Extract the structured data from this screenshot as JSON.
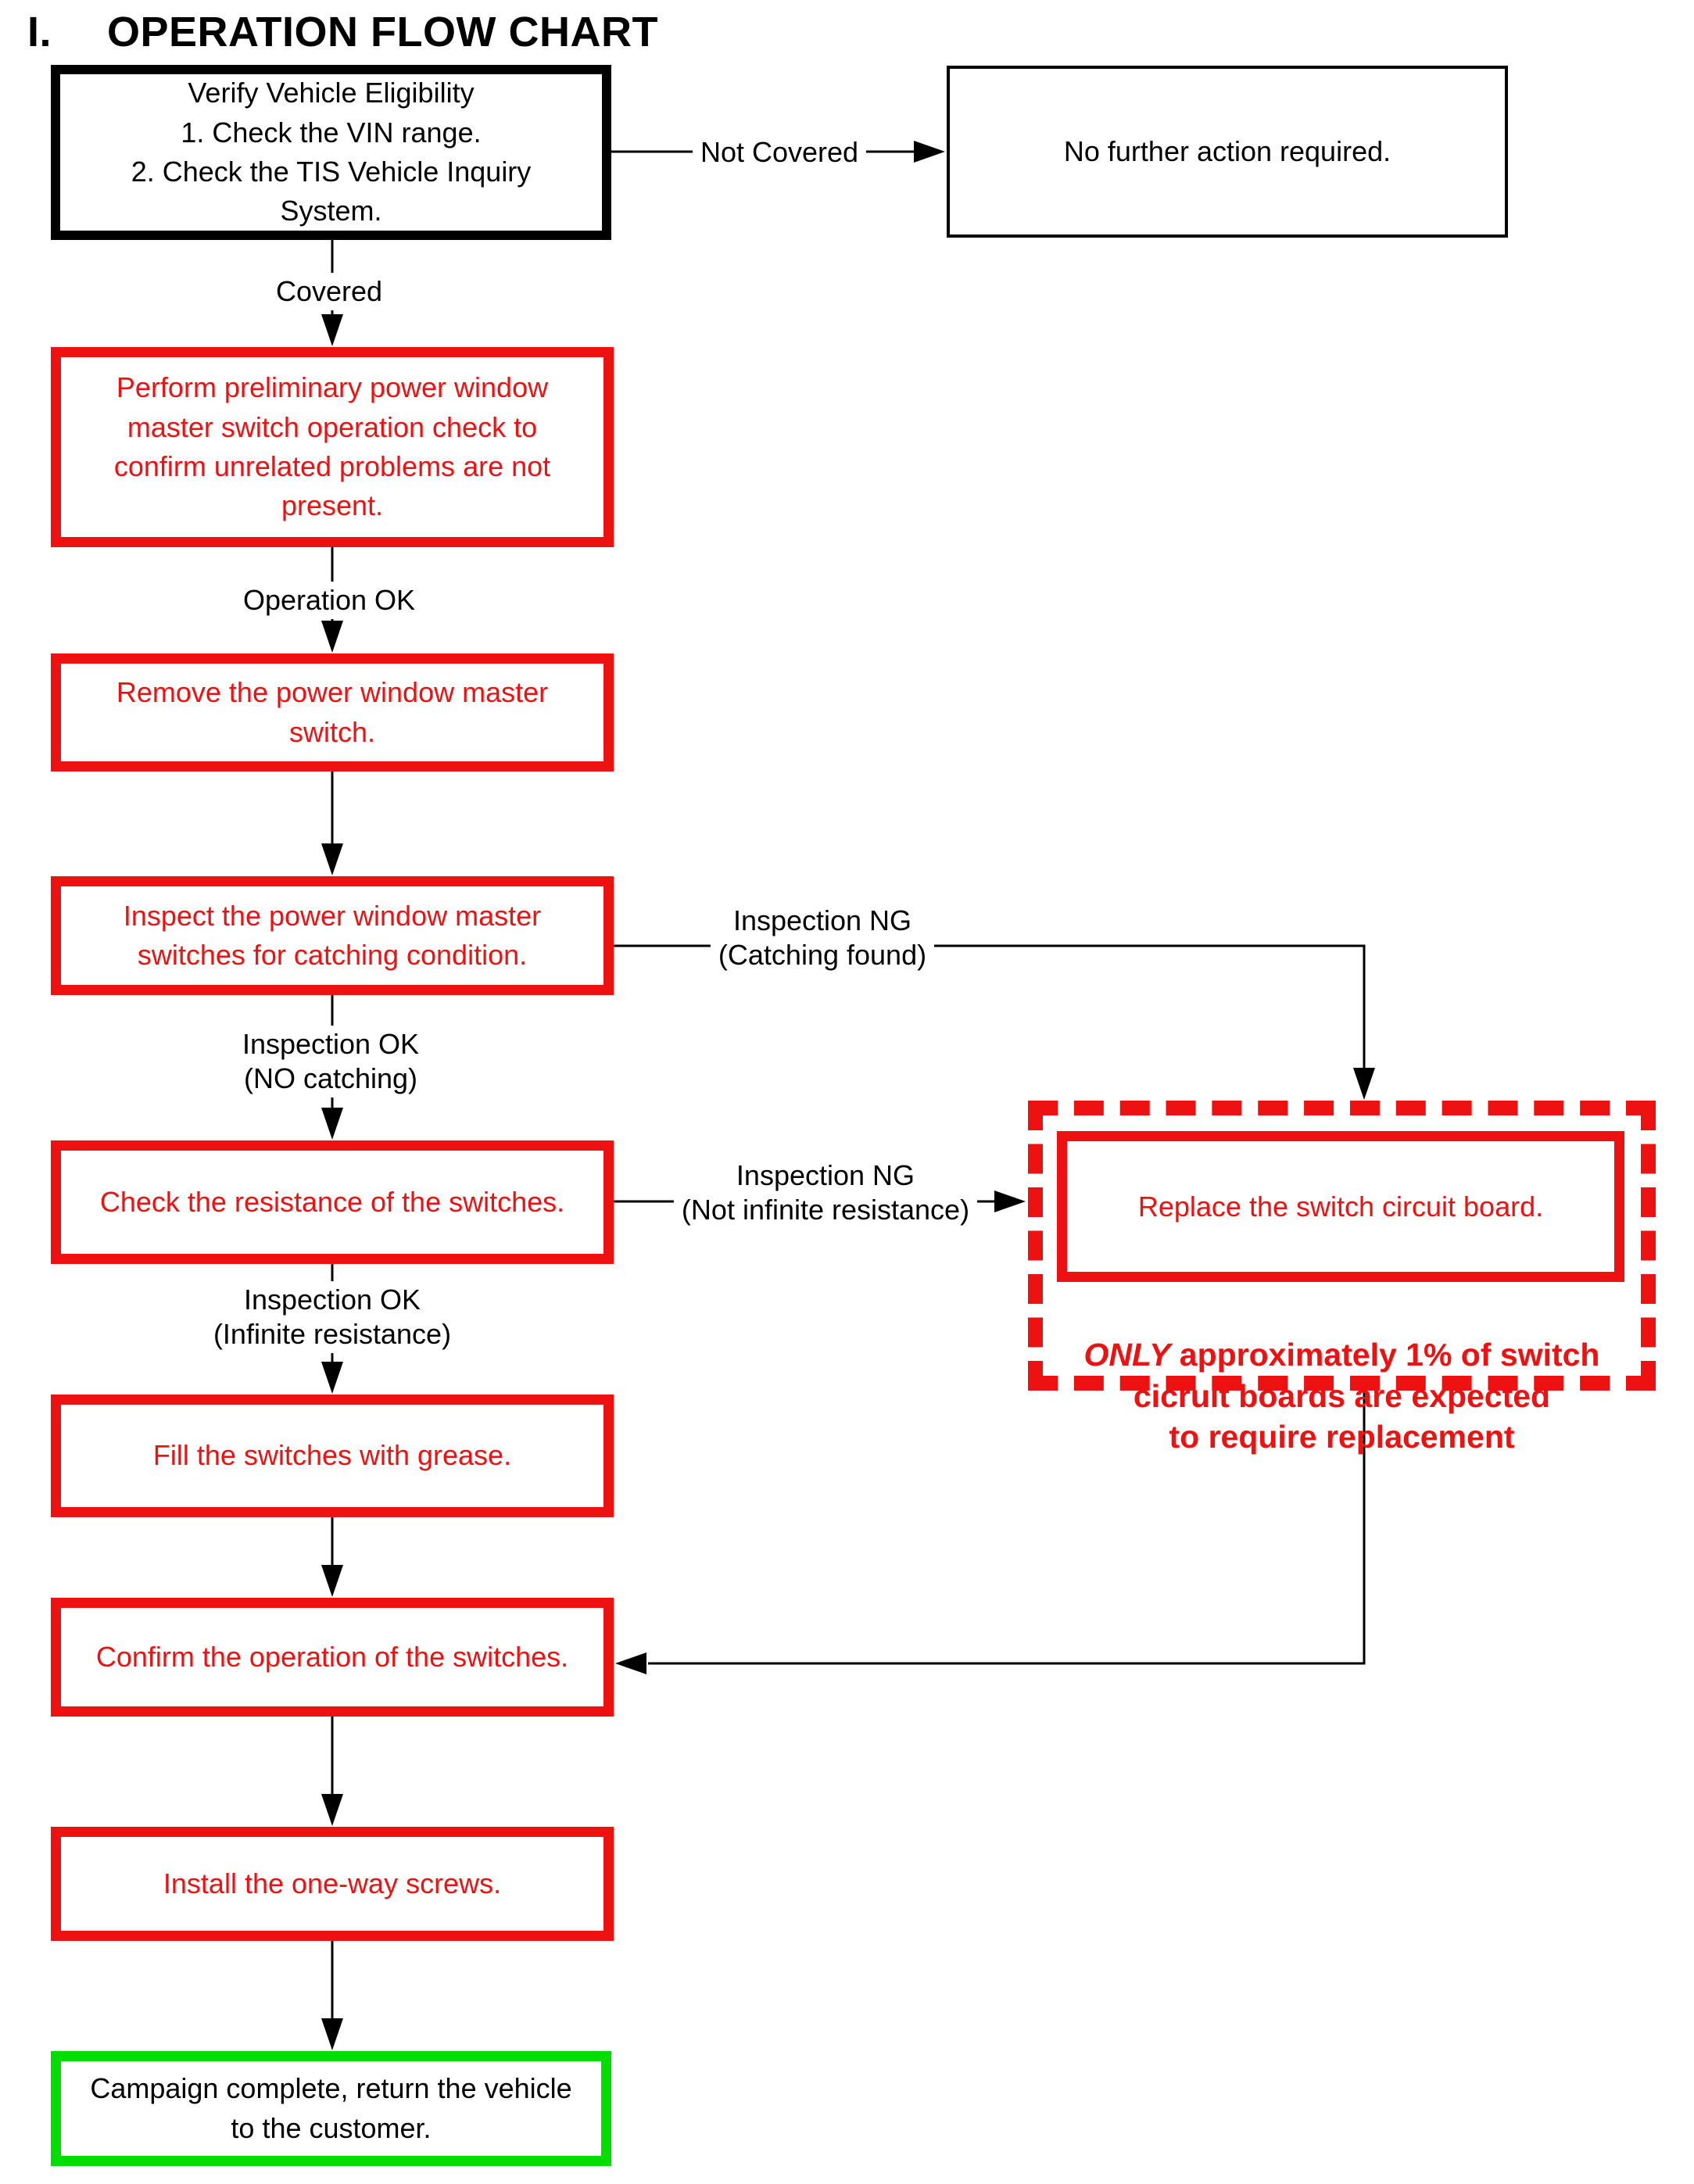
{
  "header": {
    "numeral": "I.",
    "title": "OPERATION FLOW CHART"
  },
  "colors": {
    "red": "#EE1111",
    "green": "#00DD00",
    "ink": "#000000"
  },
  "nodes": {
    "verify": {
      "text": "Verify Vehicle Eligibility\n1. Check the VIN range.\n2. Check the TIS Vehicle Inquiry\nSystem."
    },
    "no_action": {
      "text": "No further action required."
    },
    "preliminary": {
      "text": "Perform preliminary power window\nmaster switch operation check to\nconfirm unrelated problems are not\npresent."
    },
    "remove": {
      "text": "Remove the power window master\nswitch."
    },
    "inspect": {
      "text": "Inspect the power window master\nswitches for catching condition."
    },
    "check_resistance": {
      "text": "Check the resistance of the switches."
    },
    "fill_grease": {
      "text": "Fill the switches with grease."
    },
    "confirm": {
      "text": "Confirm the operation of the switches."
    },
    "install": {
      "text": "Install the one-way screws."
    },
    "campaign": {
      "text": "Campaign complete, return the vehicle\nto the customer."
    }
  },
  "dashed_callout": {
    "replace_text": "Replace the switch circuit board.",
    "note_emphasis": "ONLY",
    "note_rest": " approximately 1% of switch\ncicruit boards are expected\nto require replacement"
  },
  "edge_labels": {
    "not_covered": "Not Covered",
    "covered": "Covered",
    "operation_ok": "Operation OK",
    "inspection_ng_catching": "Inspection NG\n(Catching found)",
    "inspection_ok_no_catching": "Inspection OK\n(NO catching)",
    "inspection_ng_resistance": "Inspection NG\n(Not infinite resistance)",
    "inspection_ok_resistance": "Inspection OK\n(Infinite resistance)"
  }
}
